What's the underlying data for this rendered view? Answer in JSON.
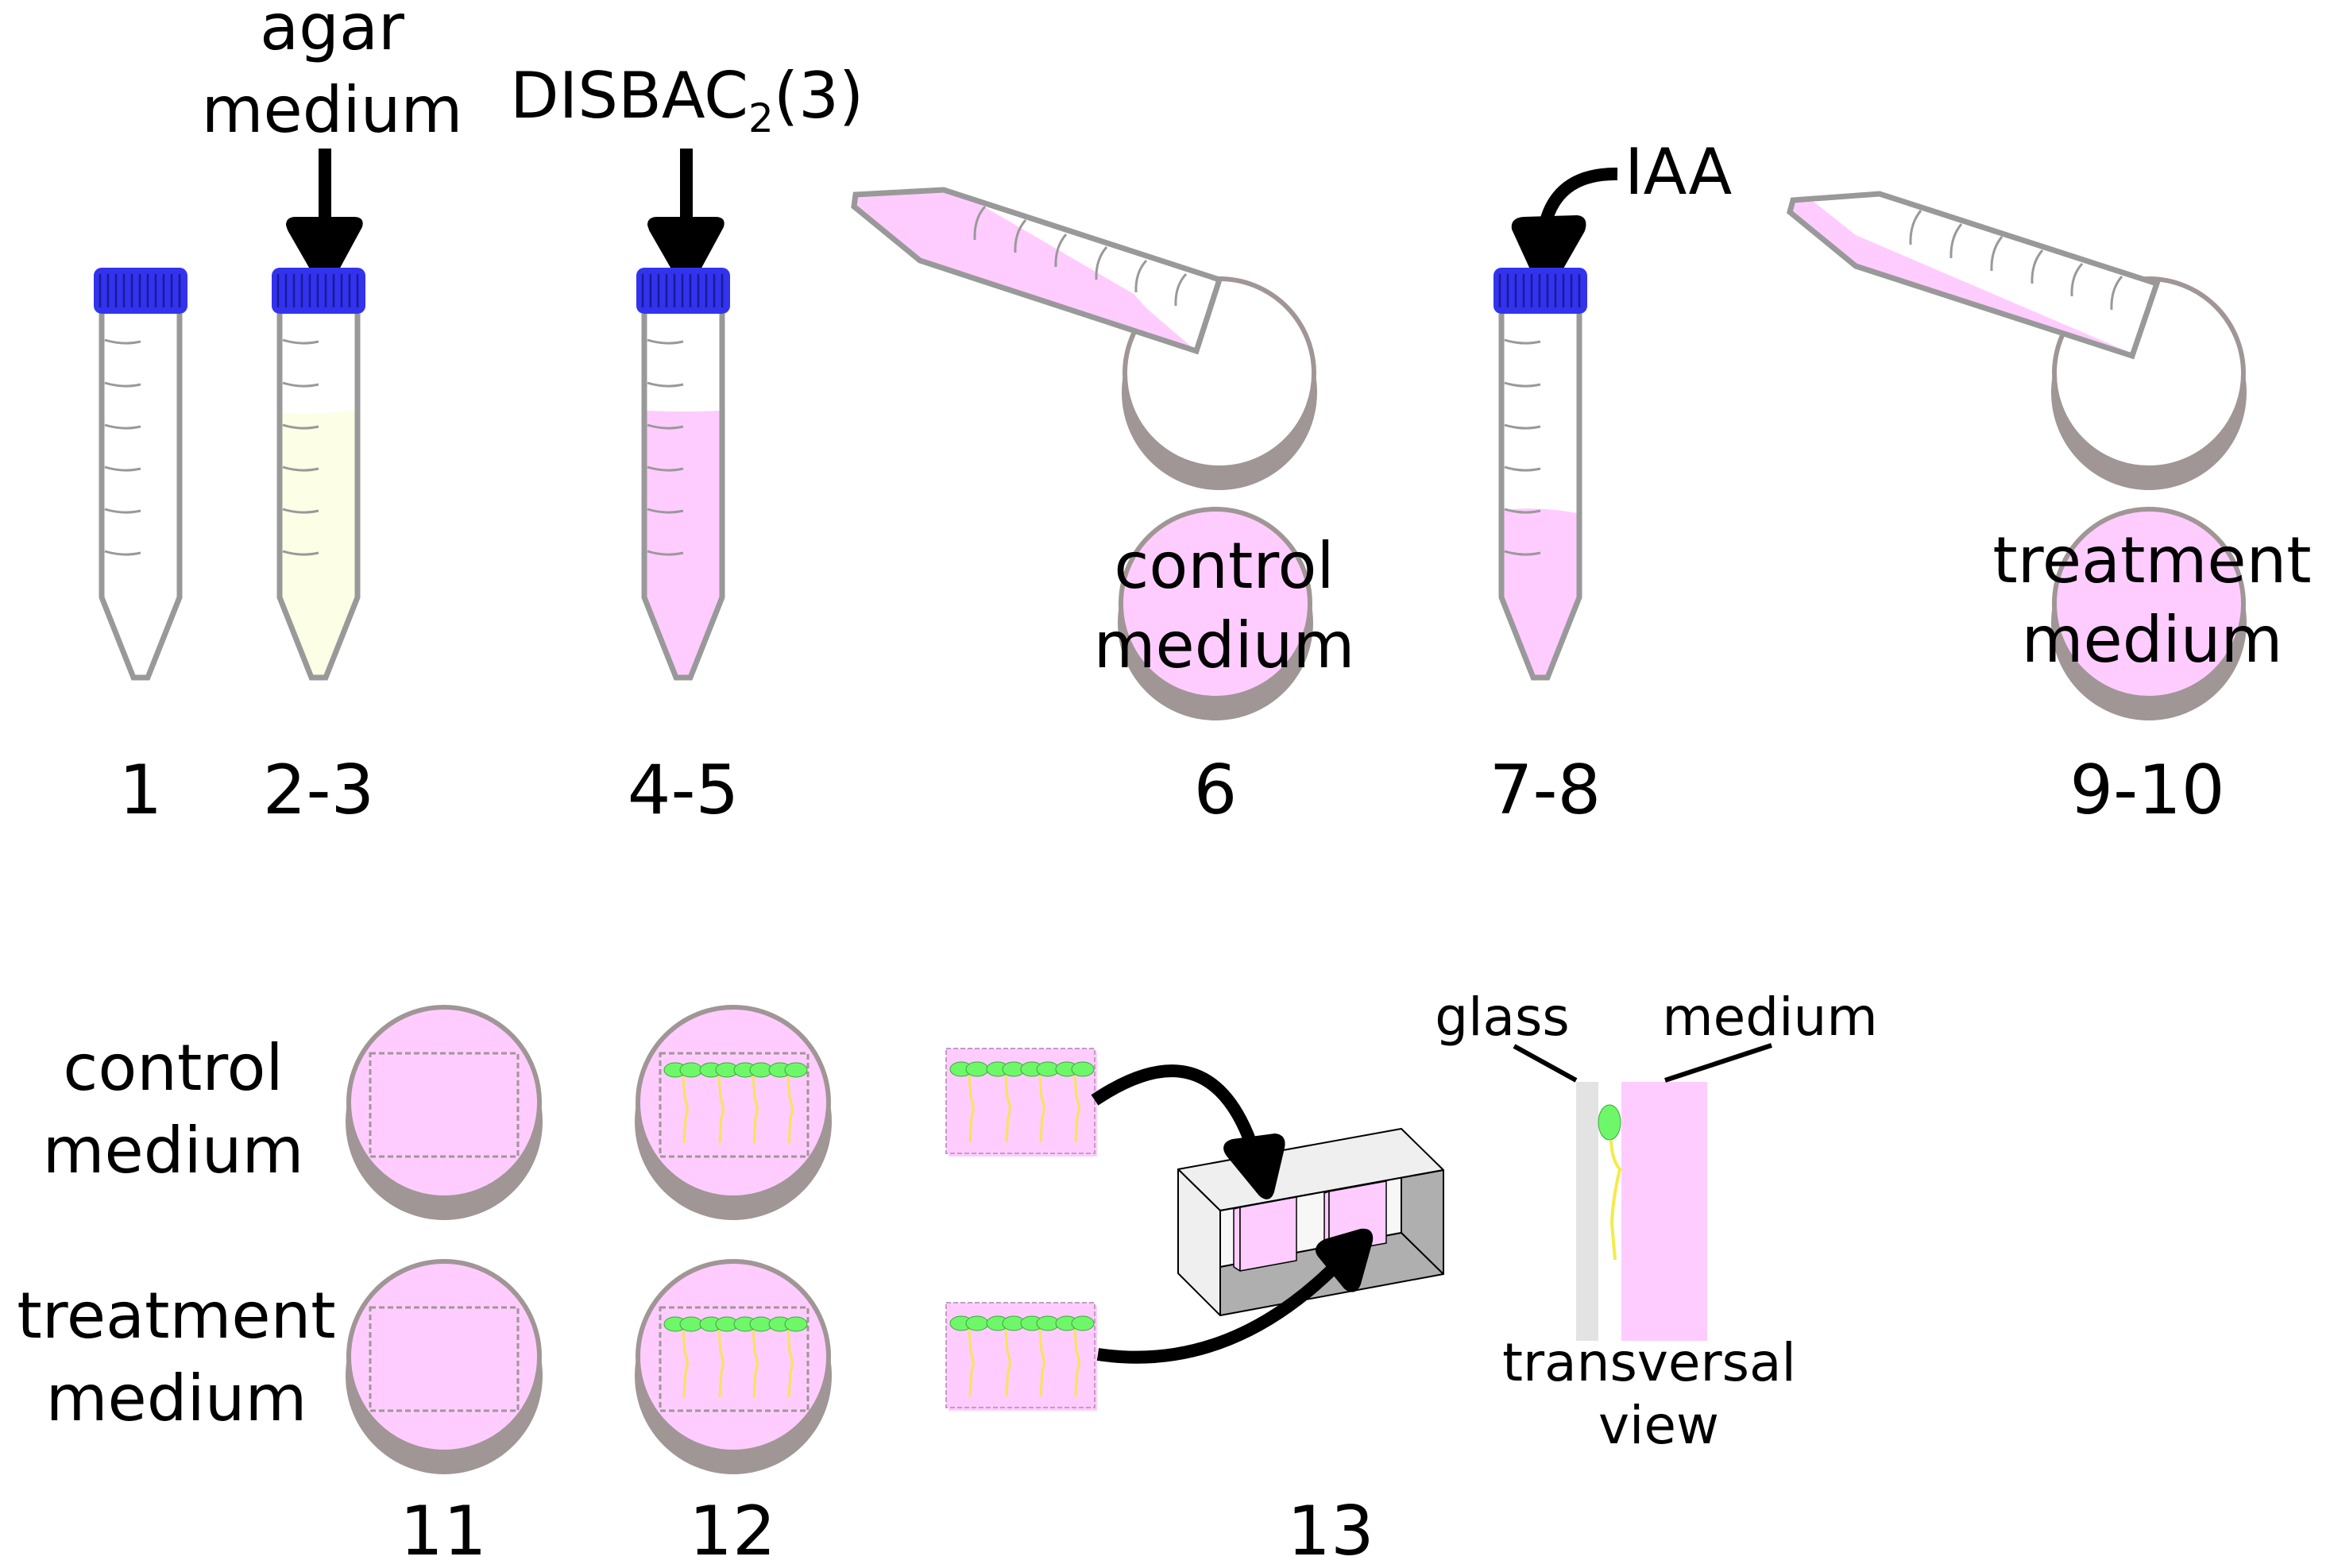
{
  "colors": {
    "cap": "#3333ee",
    "cap_ridge": "#1a1a99",
    "tube_outline": "#999999",
    "pink_medium": "#ffccff",
    "agar_medium": "#fcfee6",
    "dish_shadow": "#a09696",
    "seedling_leaf": "#6ff76a",
    "seedling_root": "#f5e45a",
    "glass": "#e3e3e3",
    "box_light": "#efefef",
    "box_dark": "#afafaf"
  },
  "icons": {
    "tube": "falcon-tube-icon",
    "pipette": "pipette-icon",
    "dish": "petri-dish-icon",
    "seedling": "seedling-icon",
    "chamber": "imaging-chamber-icon",
    "arrow": "arrow-icon"
  },
  "top_labels": {
    "agar_line1": "agar",
    "agar_line2": "medium",
    "disbac_main": "DISBAC",
    "disbac_sub": "2",
    "disbac_suffix": "(3)",
    "iaa": "IAA"
  },
  "dish_labels": {
    "control_line1": "control",
    "control_line2": "medium",
    "treatment_line1": "treatment",
    "treatment_line2": "medium"
  },
  "step_numbers": {
    "s1": "1",
    "s2_3": "2-3",
    "s4_5": "4-5",
    "s6": "6",
    "s7_8": "7-8",
    "s9_10": "9-10",
    "s11": "11",
    "s12": "12",
    "s13": "13"
  },
  "row_labels": {
    "control_line1": "control",
    "control_line2": "medium",
    "treatment_line1": "treatment",
    "treatment_line2": "medium"
  },
  "transversal": {
    "glass_label": "glass",
    "medium_label": "medium",
    "caption_line1": "transversal",
    "caption_line2": "view"
  },
  "tube_fill_levels": {
    "tube_1": 0,
    "tube_2_3": 0.6,
    "tube_4_5": 0.6,
    "tube_7_8": 0.25
  }
}
